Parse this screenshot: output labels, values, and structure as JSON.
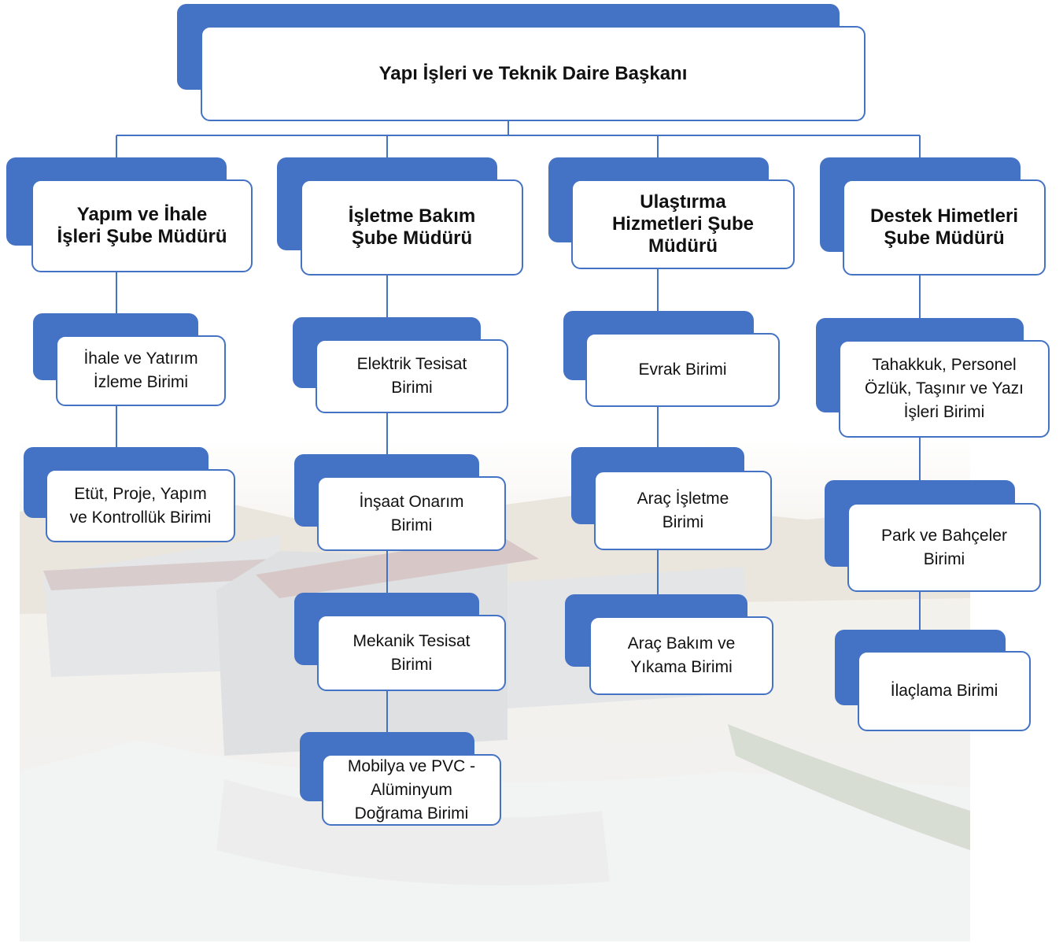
{
  "diagram": {
    "accent_color": "#4472c4",
    "root": {
      "label": "Yapı İşleri ve Teknik Daire Başkanı"
    },
    "branches": [
      {
        "manager": "Yapım ve İhale\nİşleri Şube Müdürü",
        "units": [
          "İhale ve Yatırım\nİzleme Birimi",
          "Etüt, Proje, Yapım\nve Kontrollük Birimi"
        ]
      },
      {
        "manager": "İşletme Bakım\nŞube Müdürü",
        "units": [
          "Elektrik Tesisat\nBirimi",
          "İnşaat Onarım\nBirimi",
          "Mekanik Tesisat\nBirimi",
          "Mobilya ve PVC -\nAlüminyum\nDoğrama  Birimi"
        ]
      },
      {
        "manager": "Ulaştırma\nHizmetleri Şube\nMüdürü",
        "units": [
          "Evrak Birimi",
          "Araç İşletme\nBirimi",
          "Araç Bakım ve\nYıkama Birimi"
        ]
      },
      {
        "manager": "Destek Himetleri\nŞube Müdürü",
        "units": [
          "Tahakkuk, Personel\nÖzlük, Taşınır ve Yazı\nİşleri Birimi",
          "Park ve Bahçeler\nBirimi",
          "İlaçlama Birimi"
        ]
      }
    ]
  }
}
